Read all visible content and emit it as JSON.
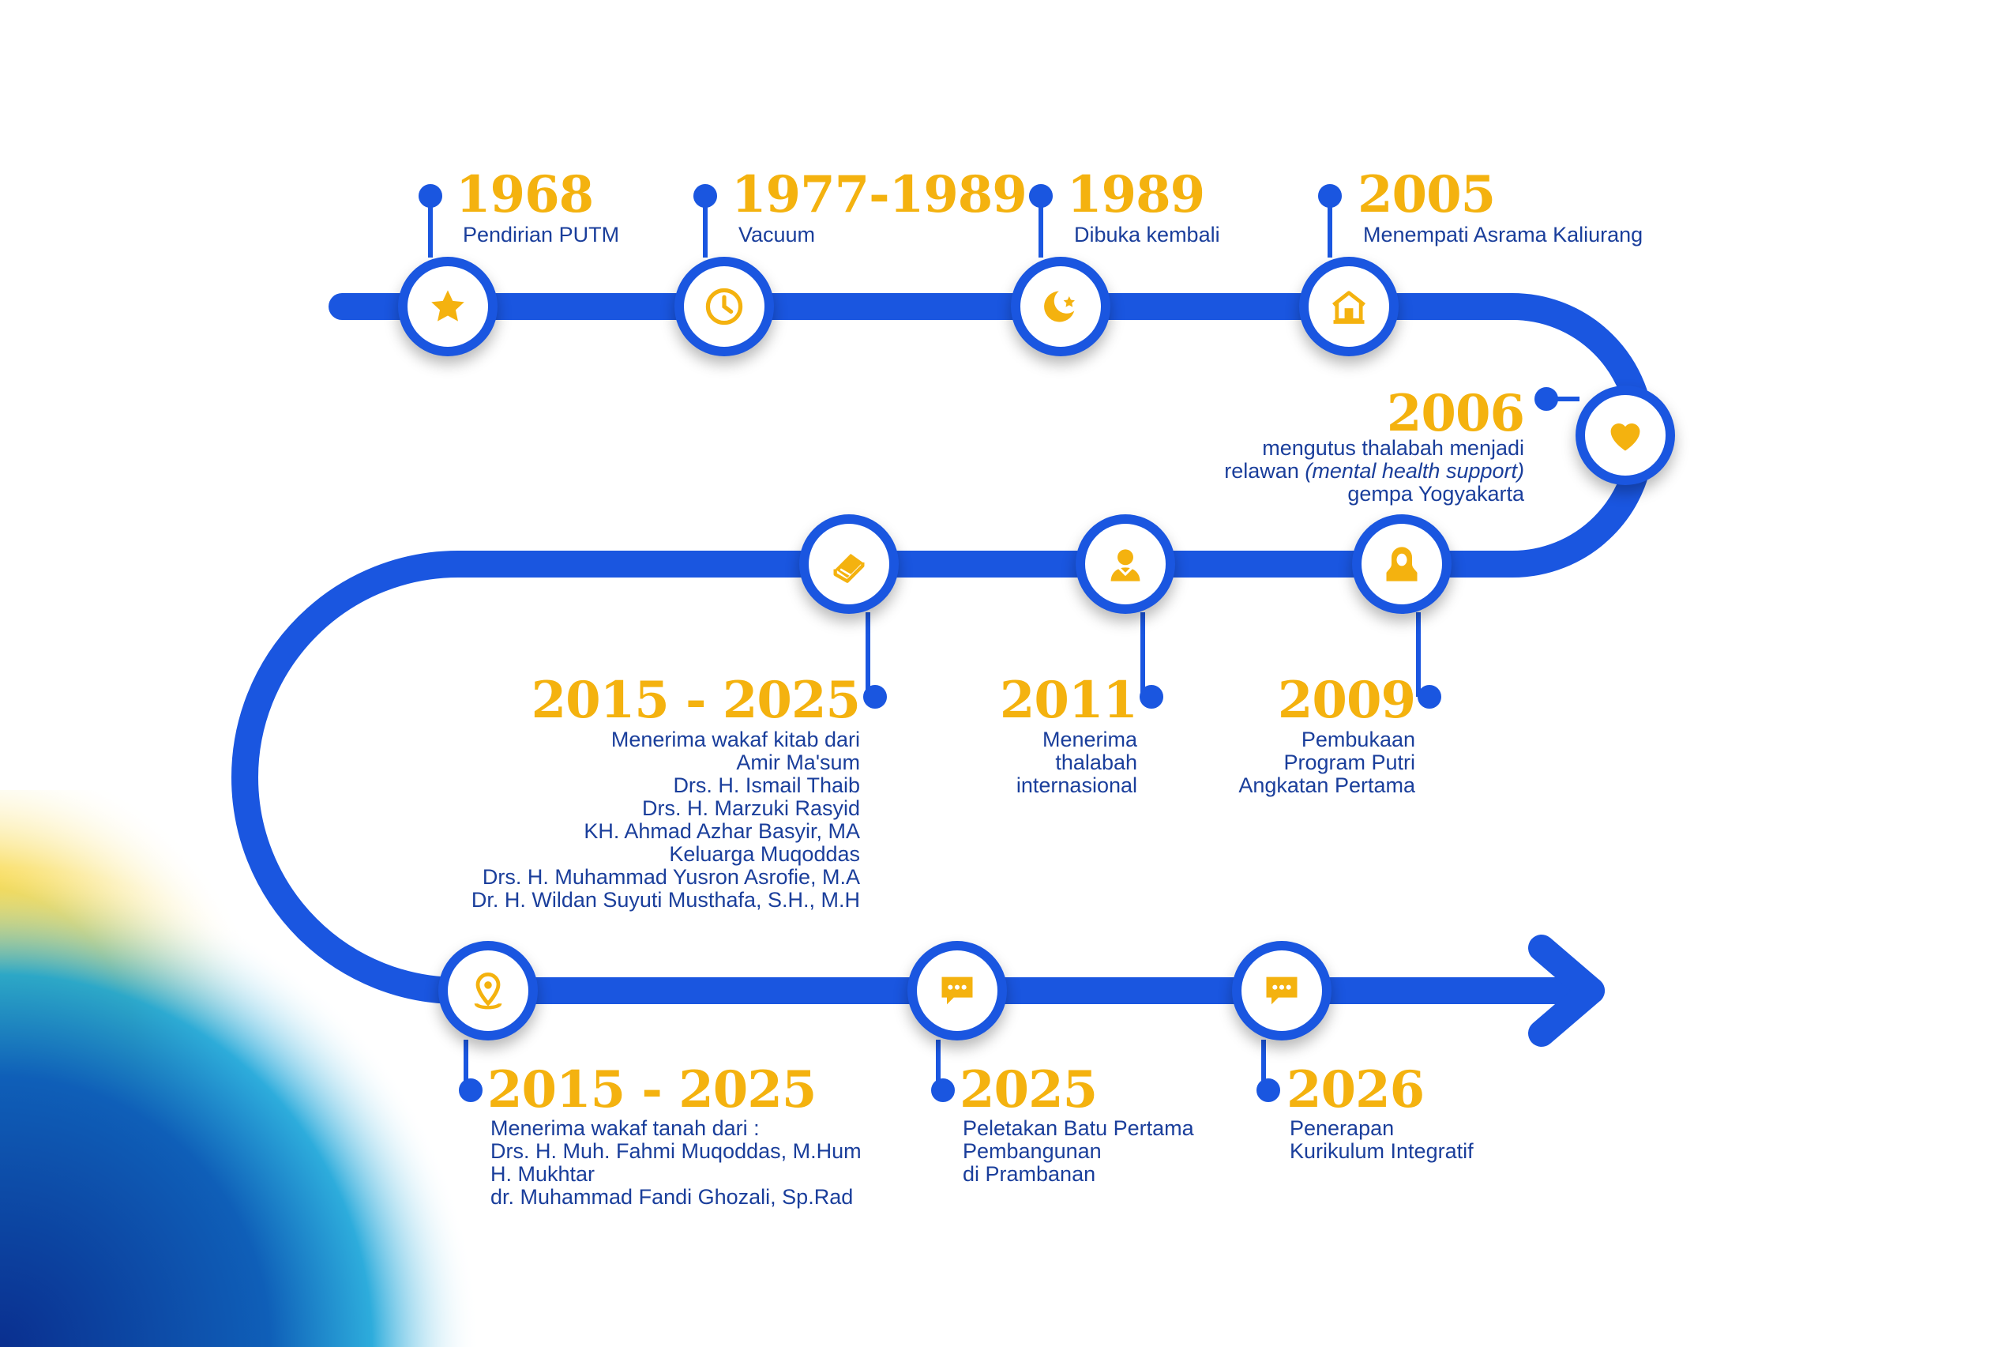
{
  "colors": {
    "track": "#1a56e0",
    "year": "#f4b20f",
    "text": "#1a3e9b",
    "icon": "#f4b20f"
  },
  "milestones": [
    {
      "year": "1968",
      "icon": "star-icon",
      "lines": [
        "Pendirian PUTM"
      ]
    },
    {
      "year": "1977-1989",
      "icon": "clock-icon",
      "lines": [
        "Vacuum"
      ]
    },
    {
      "year": "1989",
      "icon": "crescent-star-icon",
      "lines": [
        "Dibuka kembali"
      ]
    },
    {
      "year": "2005",
      "icon": "house-icon",
      "lines": [
        "Menempati Asrama Kaliurang"
      ]
    },
    {
      "year": "2006",
      "icon": "heart-icon",
      "line1": "mengutus thalabah menjadi",
      "line2_a": "relawan ",
      "line2_em": "(mental health support)",
      "line3": "gempa Yogyakarta"
    },
    {
      "year": "2009",
      "icon": "hijab-woman-icon",
      "lines": [
        "Pembukaan",
        "Program Putri",
        "Angkatan Pertama"
      ]
    },
    {
      "year": "2011",
      "icon": "man-icon",
      "lines": [
        "Menerima",
        "thalabah",
        "internasional"
      ]
    },
    {
      "year": "2015 - 2025",
      "icon": "book-icon",
      "lines": [
        "Menerima wakaf kitab dari",
        "Amir Ma'sum",
        "Drs. H. Ismail Thaib",
        "Drs. H. Marzuki Rasyid",
        "KH. Ahmad Azhar Basyir, MA",
        "Keluarga Muqoddas",
        "Drs. H. Muhammad Yusron Asrofie, M.A",
        "Dr. H. Wildan Suyuti Musthafa, S.H., M.H"
      ]
    },
    {
      "year": "2015 - 2025",
      "icon": "location-pin-icon",
      "lines": [
        "Menerima wakaf tanah dari :",
        "Drs. H. Muh. Fahmi Muqoddas, M.Hum",
        "H. Mukhtar",
        "dr. Muhammad Fandi Ghozali, Sp.Rad"
      ]
    },
    {
      "year": "2025",
      "icon": "chat-bubble-icon",
      "lines": [
        "Peletakan Batu Pertama",
        "Pembangunan",
        "di Prambanan"
      ]
    },
    {
      "year": "2026",
      "icon": "chat-bubble-icon",
      "lines": [
        "Penerapan",
        "Kurikulum Integratif"
      ]
    }
  ]
}
